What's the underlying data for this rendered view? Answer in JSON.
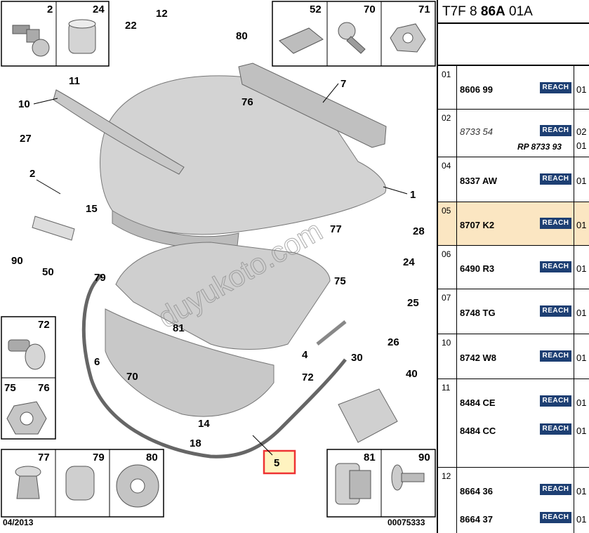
{
  "header": {
    "prefix": "T7F 8",
    "group": "86A",
    "suffix": "01A"
  },
  "diagram": {
    "date": "04/2013",
    "code": "00075333",
    "watermark": "duyukoto.com",
    "callouts": [
      "1",
      "2",
      "4",
      "5",
      "6",
      "7",
      "10",
      "11",
      "12",
      "14",
      "15",
      "18",
      "22",
      "24",
      "25",
      "26",
      "27",
      "28",
      "30",
      "40",
      "50",
      "70",
      "72",
      "76",
      "77",
      "75",
      "79",
      "80",
      "81",
      "90"
    ],
    "thumbs": [
      "2",
      "24",
      "52",
      "70",
      "71",
      "72",
      "75",
      "76",
      "77",
      "79",
      "80",
      "81",
      "90"
    ]
  },
  "table": {
    "badge": "REACH",
    "rows": [
      {
        "idx": "01",
        "ref": "8606 99",
        "qty": "01"
      },
      {
        "idx": "02",
        "ref": "8733 54",
        "qty": "02",
        "sub": "RP 8733 93",
        "subqty": "01"
      },
      {
        "idx": "04",
        "ref": "8337 AW",
        "qty": "01"
      },
      {
        "idx": "05",
        "ref": "8707 K2",
        "qty": "01"
      },
      {
        "idx": "06",
        "ref": "6490 R3",
        "qty": "01"
      },
      {
        "idx": "07",
        "ref": "8748 TG",
        "qty": "01"
      },
      {
        "idx": "10",
        "ref": "8742 W8",
        "qty": "01"
      },
      {
        "idx": "11",
        "ref": "8484 CE",
        "qty": "01",
        "ref2": "8484 CC",
        "qty2": "01"
      },
      {
        "idx": "12",
        "ref": "8664 36",
        "qty": "01",
        "ref2": "8664 37",
        "qty2": "01"
      }
    ]
  }
}
